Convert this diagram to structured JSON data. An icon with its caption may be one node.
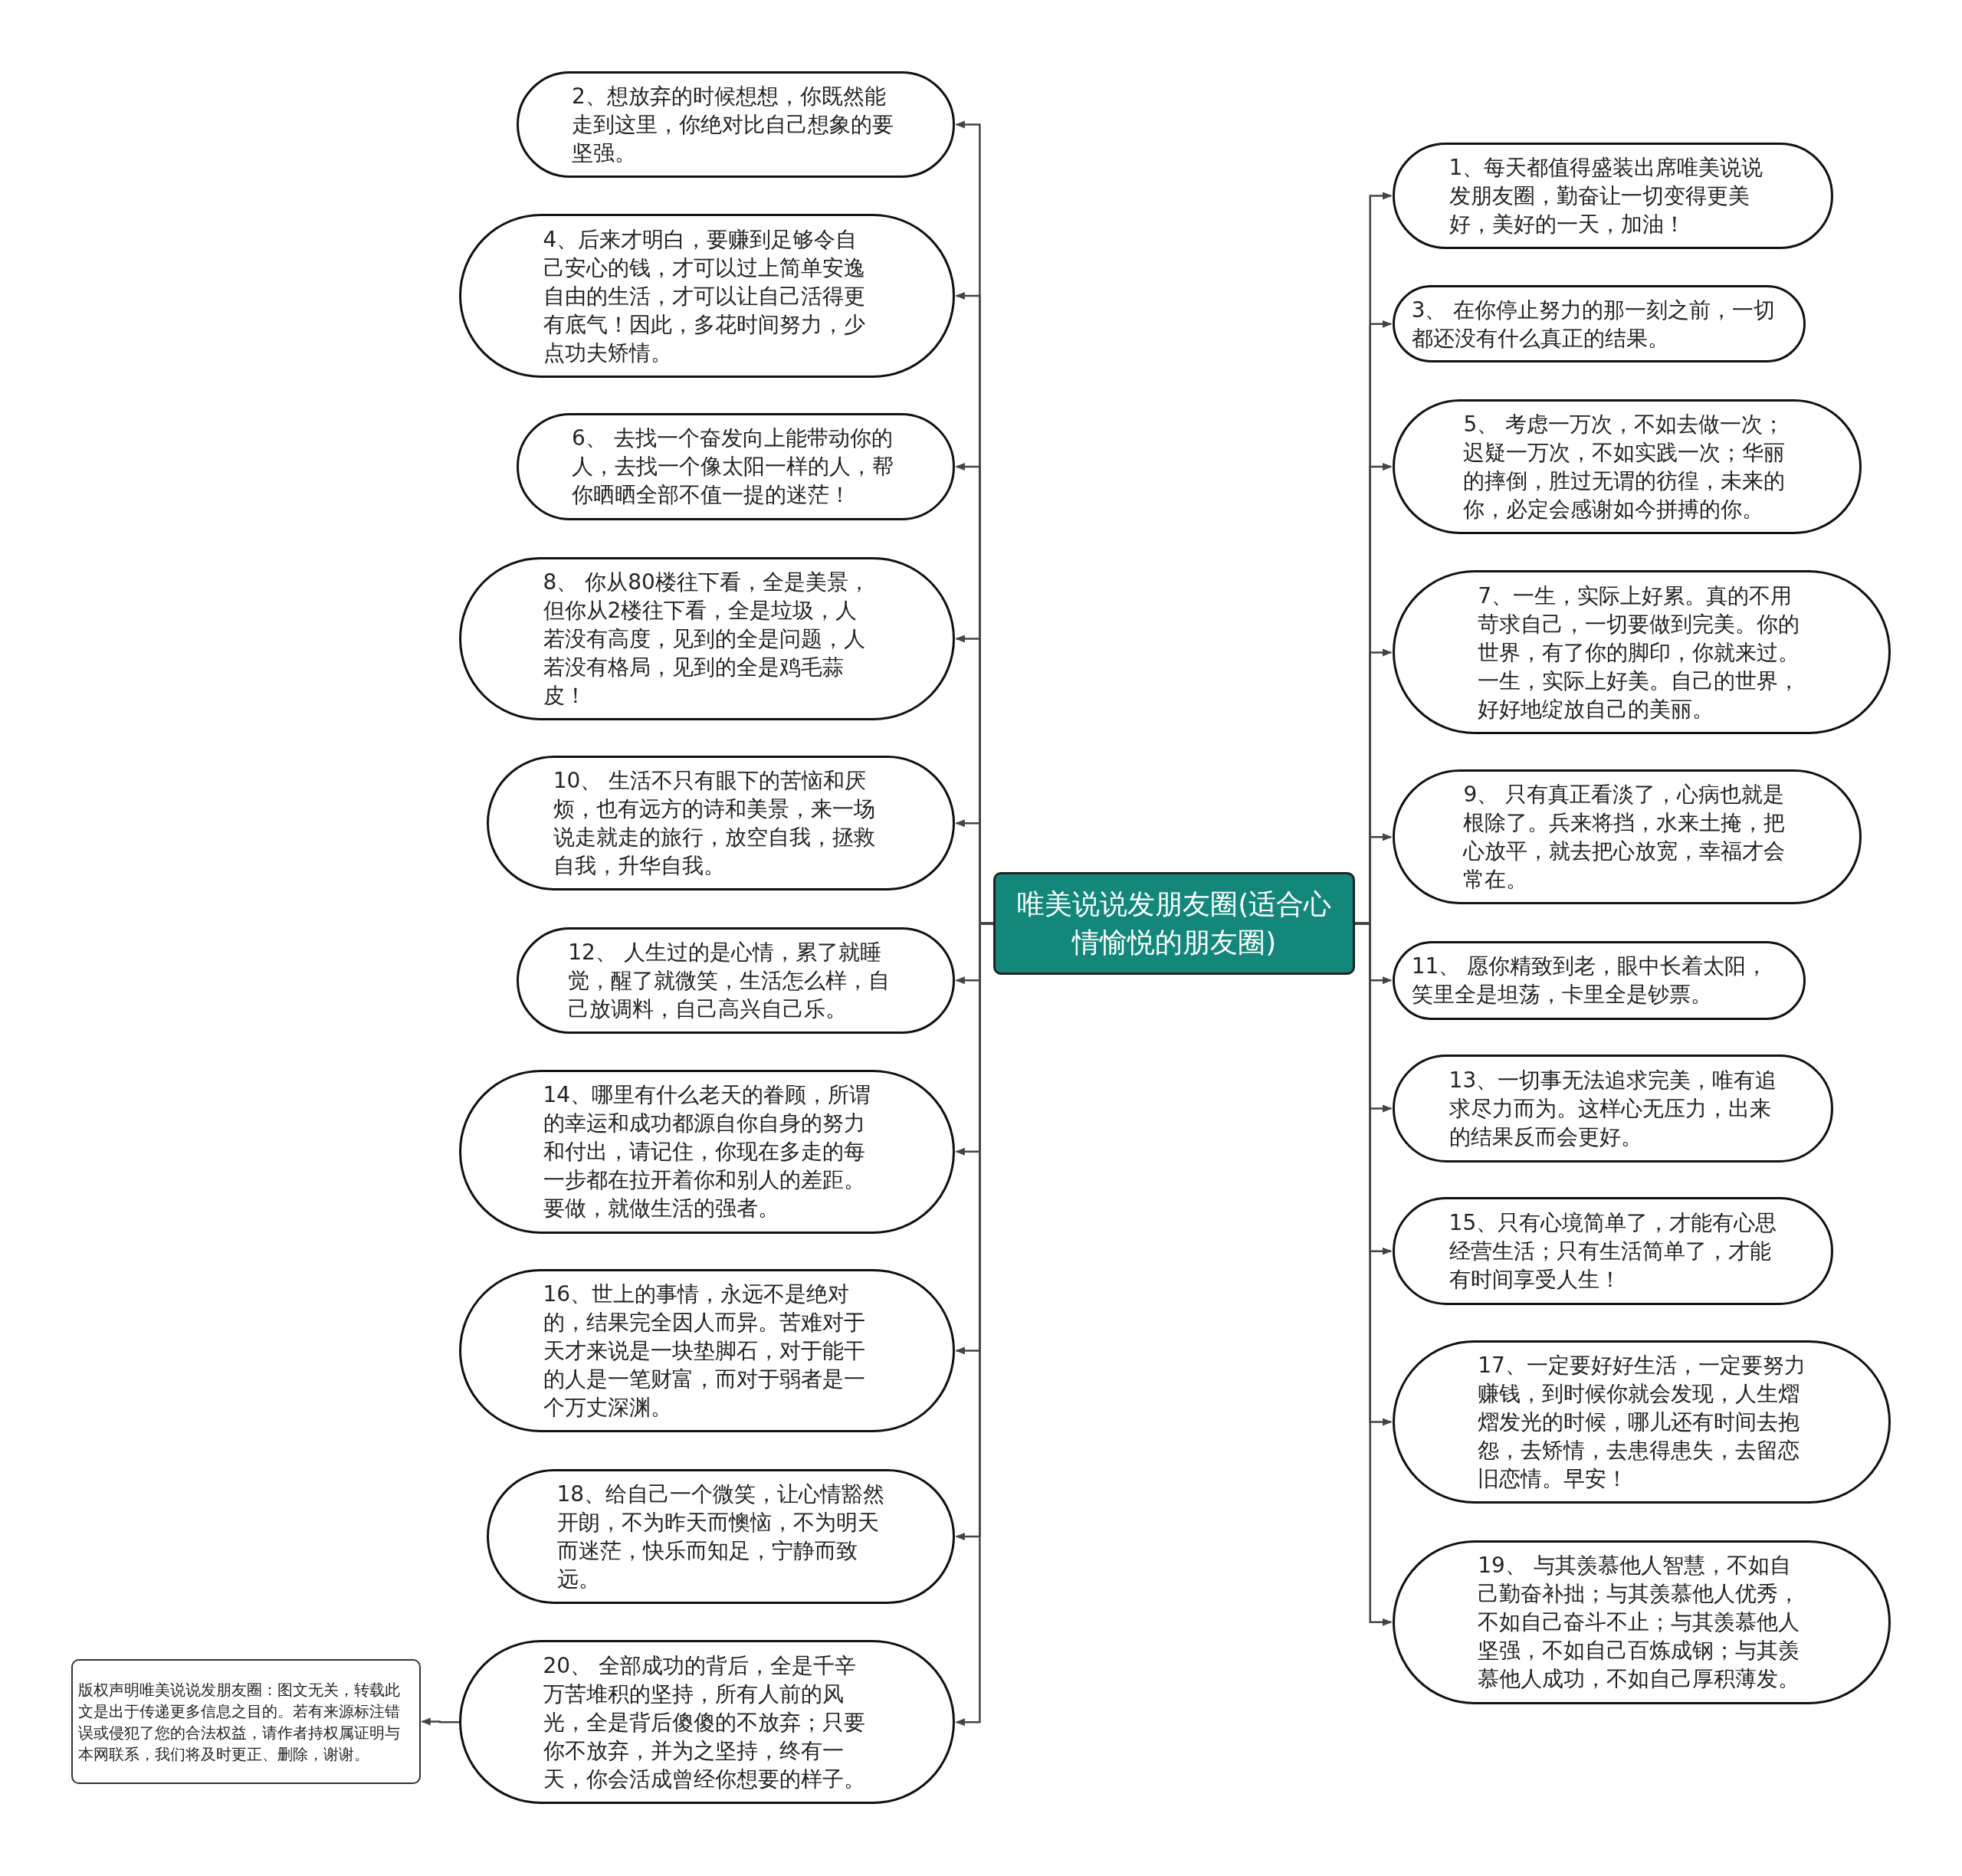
{
  "diagram": {
    "nodes": [
      {
        "text": [
          "唯美说说发朋友圈(适合心情愉悦的朋友圈)"
        ]
      },
      {
        "text": [
          "2、想放弃的时候想想，你既然能走到这里，你绝对比自己想象的要坚强。"
        ]
      },
      {
        "text": [
          "4、后来才明白，要赚到足够令自己安心的钱，才可以过上简单安逸自由的生活，才可以让自己活得更有底气！因此，多花时间努力，少点功夫矫情。"
        ]
      },
      {
        "text": [
          "6、 去找一个奋发向上能带动你的人，去找一个像太阳一样的人，帮你晒晒全部不值一提的迷茫！"
        ]
      },
      {
        "text": [
          "8、 你从80楼往下看，全是美景，但你从2楼往下看，全是垃圾，人若没有高度，见到的全是问题，人若没有格局，见到的全是鸡毛蒜皮！"
        ]
      },
      {
        "text": [
          "10、 生活不只有眼下的苦恼和厌烦，也有远方的诗和美景，来一场说走就走的旅行，放空自我，拯救自我，升华自我。"
        ]
      },
      {
        "text": [
          "12、 人生过的是心情，累了就睡觉，醒了就微笑，生活怎么样，自己放调料，自己高兴自己乐。"
        ]
      },
      {
        "text": [
          "14、哪里有什么老天的眷顾，所谓的幸运和成功都源自你自身的努力和付出，请记住，你现在多走的每一步都在拉开着你和别人的差距。要做，就做生活的强者。"
        ]
      },
      {
        "text": [
          "16、世上的事情，永远不是绝对的，结果完全因人而异。苦难对于天才来说是一块垫脚石，对于能干的人是一笔财富，而对于弱者是一个万丈深渊。"
        ]
      },
      {
        "text": [
          "18、给自己一个微笑，让心情豁然开朗，不为昨天而懊恼，不为明天而迷茫，快乐而知足，宁静而致远。"
        ]
      },
      {
        "text": [
          "20、 全部成功的背后，全是千辛万苦堆积的坚持，所有人前的风光，全是背后傻傻的不放弃；只要你不放弃，并为之坚持，终有一天，你会活成曾经你想要的样子。"
        ]
      },
      {
        "text": [
          "1、每天都值得盛装出席唯美说说发朋友圈，勤奋让一切变得更美好，美好的一天，加油！"
        ]
      },
      {
        "text": [
          "3、 在你停止努力的那一刻之前，一切都还没有什么真正的结果。"
        ]
      },
      {
        "text": [
          "5、 考虑一万次，不如去做一次；迟疑一万次，不如实践一次；华丽的摔倒，胜过无谓的彷徨，未来的你，必定会感谢如今拼搏的你。"
        ]
      },
      {
        "text": [
          "7、一生，实际上好累。真的不用苛求自己，一切要做到完美。你的世界，有了你的脚印，你就来过。一生，实际上好美。自己的世界，好好地绽放自己的美丽。"
        ]
      },
      {
        "text": [
          "9、 只有真正看淡了，心病也就是根除了。兵来将挡，水来土掩，把心放平，就去把心放宽，幸福才会常在。"
        ]
      },
      {
        "text": [
          "11、 愿你精致到老，眼中长着太阳，笑里全是坦荡，卡里全是钞票。"
        ]
      },
      {
        "text": [
          "13、一切事无法追求完美，唯有追求尽力而为。这样心无压力，出来的结果反而会更好。"
        ]
      },
      {
        "text": [
          "15、只有心境简单了，才能有心思经营生活；只有生活简单了，才能有时间享受人生！"
        ]
      },
      {
        "text": [
          "17、一定要好好生活，一定要努力赚钱，到时候你就会发现，人生熠熠发光的时候，哪儿还有时间去抱怨，去矫情，去患得患失，去留恋旧恋情。早安！"
        ]
      },
      {
        "text": [
          "19、 与其羡慕他人智慧，不如自己勤奋补拙；与其羡慕他人优秀，不如自己奋斗不止；与其羡慕他人坚强，不如自己百炼成钢；与其羡慕他人成功，不如自己厚积薄发。"
        ]
      },
      {
        "text": [
          "版权声明唯美说说发朋友圈：图文无关，转载此文是出于传递更多信息之目的。若有来源标注错误或侵犯了您的合法权益，请作者持权属证明与本网联系，我们将及时更正、删除，谢谢。"
        ]
      }
    ],
    "edges": [
      {
        "from": 0,
        "to": 1,
        "arrow": "to"
      },
      {
        "from": 0,
        "to": 2,
        "arrow": "to"
      },
      {
        "from": 0,
        "to": 3,
        "arrow": "to"
      },
      {
        "from": 0,
        "to": 4,
        "arrow": "to"
      },
      {
        "from": 0,
        "to": 5,
        "arrow": "to"
      },
      {
        "from": 0,
        "to": 6,
        "arrow": "to"
      },
      {
        "from": 0,
        "to": 7,
        "arrow": "to"
      },
      {
        "from": 0,
        "to": 8,
        "arrow": "to"
      },
      {
        "from": 0,
        "to": 9,
        "arrow": "to"
      },
      {
        "from": 0,
        "to": 10,
        "arrow": "to"
      },
      {
        "from": 0,
        "to": 11,
        "arrow": "to"
      },
      {
        "from": 0,
        "to": 12,
        "arrow": "to"
      },
      {
        "from": 0,
        "to": 13,
        "arrow": "to"
      },
      {
        "from": 0,
        "to": 14,
        "arrow": "to"
      },
      {
        "from": 0,
        "to": 15,
        "arrow": "to"
      },
      {
        "from": 0,
        "to": 16,
        "arrow": "to"
      },
      {
        "from": 0,
        "to": 17,
        "arrow": "to"
      },
      {
        "from": 0,
        "to": 18,
        "arrow": "to"
      },
      {
        "from": 0,
        "to": 19,
        "arrow": "to"
      },
      {
        "from": 0,
        "to": 20,
        "arrow": "to"
      },
      {
        "from": 10,
        "to": 21,
        "arrow": "to"
      }
    ]
  }
}
